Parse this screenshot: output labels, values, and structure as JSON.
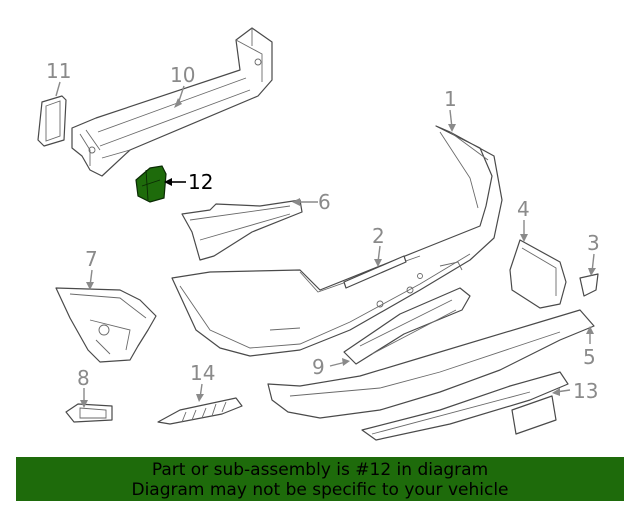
{
  "callouts": {
    "c1": "1",
    "c2": "2",
    "c3": "3",
    "c4": "4",
    "c5": "5",
    "c6": "6",
    "c7": "7",
    "c8": "8",
    "c9": "9",
    "c10": "10",
    "c11": "11",
    "c12": "12",
    "c13": "13",
    "c14": "14"
  },
  "highlight": {
    "part": "12",
    "color": "#1e6b0b"
  },
  "banner": {
    "line1": "Part or sub-assembly is #12 in diagram",
    "line2": "Diagram may not be specific to your vehicle",
    "color": "#1e6b0b"
  }
}
